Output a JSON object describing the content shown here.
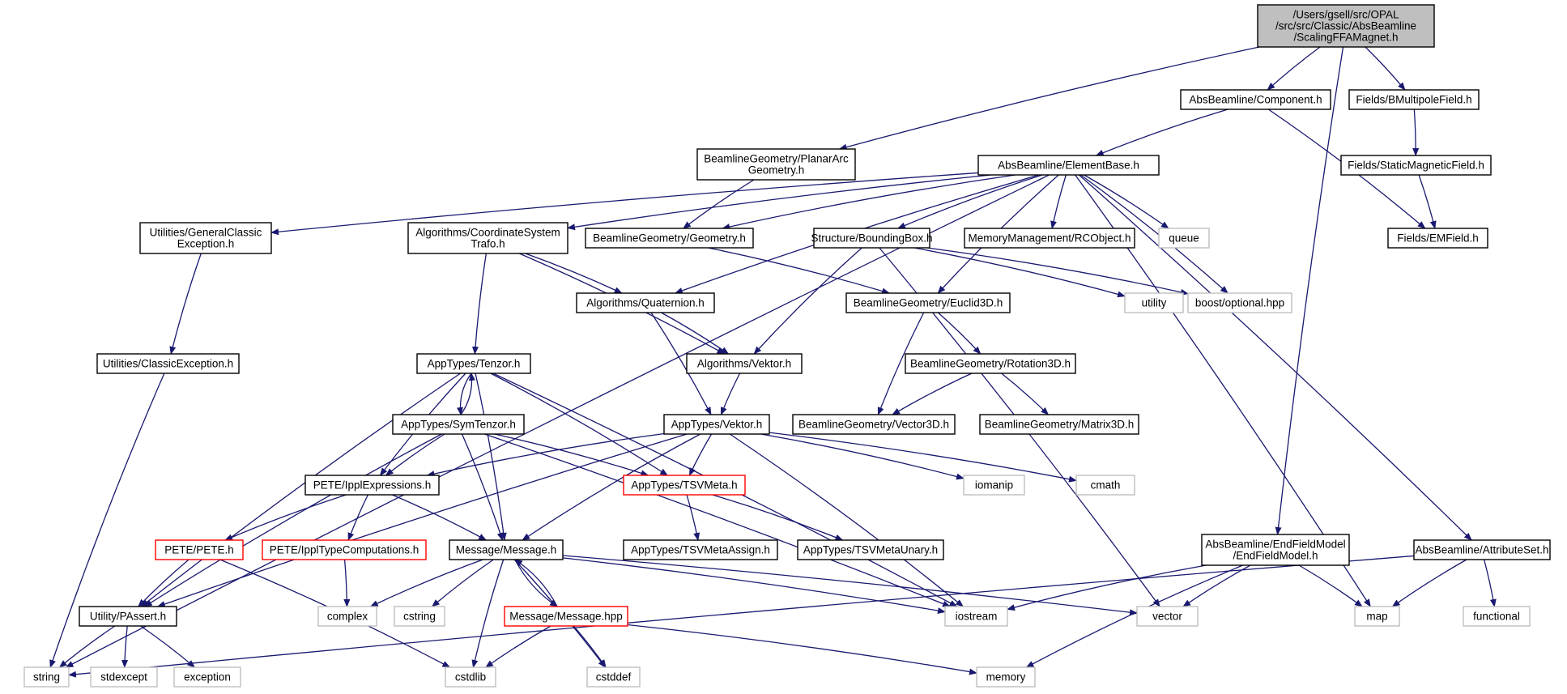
{
  "colors": {
    "edge": "#191970",
    "root_fill": "#bfbfbf",
    "system_header_border": "#bfbfbf",
    "truncated_border": "#ff0000",
    "node_border": "#000000"
  },
  "nodes": [
    {
      "id": "root",
      "lines": [
        "/Users/gsell/src/OPAL",
        "/src/src/Classic/AbsBeamline",
        "/ScalingFFAMagnet.h"
      ],
      "kind": "root"
    },
    {
      "id": "component",
      "lines": [
        "AbsBeamline/Component.h"
      ],
      "kind": "normal"
    },
    {
      "id": "bmultipole",
      "lines": [
        "Fields/BMultipoleField.h"
      ],
      "kind": "normal"
    },
    {
      "id": "planararc",
      "lines": [
        "BeamlineGeometry/PlanarArc",
        "Geometry.h"
      ],
      "kind": "normal"
    },
    {
      "id": "elementbase",
      "lines": [
        "AbsBeamline/ElementBase.h"
      ],
      "kind": "normal"
    },
    {
      "id": "staticmagnetic",
      "lines": [
        "Fields/StaticMagneticField.h"
      ],
      "kind": "normal"
    },
    {
      "id": "genclassicexc",
      "lines": [
        "Utilities/GeneralClassic",
        "Exception.h"
      ],
      "kind": "normal"
    },
    {
      "id": "coordtrafo",
      "lines": [
        "Algorithms/CoordinateSystem",
        "Trafo.h"
      ],
      "kind": "normal"
    },
    {
      "id": "geometry",
      "lines": [
        "BeamlineGeometry/Geometry.h"
      ],
      "kind": "normal"
    },
    {
      "id": "boundingbox",
      "lines": [
        "Structure/BoundingBox.h"
      ],
      "kind": "normal"
    },
    {
      "id": "rcobject",
      "lines": [
        "MemoryManagement/RCObject.h"
      ],
      "kind": "normal"
    },
    {
      "id": "queue",
      "lines": [
        "queue"
      ],
      "kind": "system"
    },
    {
      "id": "emfield",
      "lines": [
        "Fields/EMField.h"
      ],
      "kind": "normal"
    },
    {
      "id": "quaternion",
      "lines": [
        "Algorithms/Quaternion.h"
      ],
      "kind": "normal"
    },
    {
      "id": "euclid3d",
      "lines": [
        "BeamlineGeometry/Euclid3D.h"
      ],
      "kind": "normal"
    },
    {
      "id": "utility",
      "lines": [
        "utility"
      ],
      "kind": "system"
    },
    {
      "id": "boostopt",
      "lines": [
        "boost/optional.hpp"
      ],
      "kind": "system"
    },
    {
      "id": "classicexc",
      "lines": [
        "Utilities/ClassicException.h"
      ],
      "kind": "normal"
    },
    {
      "id": "tenzor",
      "lines": [
        "AppTypes/Tenzor.h"
      ],
      "kind": "normal"
    },
    {
      "id": "vektoralg",
      "lines": [
        "Algorithms/Vektor.h"
      ],
      "kind": "normal"
    },
    {
      "id": "rotation3d",
      "lines": [
        "BeamlineGeometry/Rotation3D.h"
      ],
      "kind": "normal"
    },
    {
      "id": "symtenzor",
      "lines": [
        "AppTypes/SymTenzor.h"
      ],
      "kind": "normal"
    },
    {
      "id": "vektorapp",
      "lines": [
        "AppTypes/Vektor.h"
      ],
      "kind": "normal"
    },
    {
      "id": "vector3d",
      "lines": [
        "BeamlineGeometry/Vector3D.h"
      ],
      "kind": "normal"
    },
    {
      "id": "matrix3d",
      "lines": [
        "BeamlineGeometry/Matrix3D.h"
      ],
      "kind": "normal"
    },
    {
      "id": "ipplexpr",
      "lines": [
        "PETE/IpplExpressions.h"
      ],
      "kind": "normal"
    },
    {
      "id": "tsvmeta",
      "lines": [
        "AppTypes/TSVMeta.h"
      ],
      "kind": "truncated"
    },
    {
      "id": "iomanip",
      "lines": [
        "iomanip"
      ],
      "kind": "system"
    },
    {
      "id": "cmath",
      "lines": [
        "cmath"
      ],
      "kind": "system"
    },
    {
      "id": "pete",
      "lines": [
        "PETE/PETE.h"
      ],
      "kind": "truncated"
    },
    {
      "id": "ippltypecomp",
      "lines": [
        "PETE/IpplTypeComputations.h"
      ],
      "kind": "truncated"
    },
    {
      "id": "messageh",
      "lines": [
        "Message/Message.h"
      ],
      "kind": "normal"
    },
    {
      "id": "tsvassign",
      "lines": [
        "AppTypes/TSVMetaAssign.h"
      ],
      "kind": "normal"
    },
    {
      "id": "tsvunary",
      "lines": [
        "AppTypes/TSVMetaUnary.h"
      ],
      "kind": "normal"
    },
    {
      "id": "endfieldmodel",
      "lines": [
        "AbsBeamline/EndFieldModel",
        "/EndFieldModel.h"
      ],
      "kind": "normal"
    },
    {
      "id": "attributeset",
      "lines": [
        "AbsBeamline/AttributeSet.h"
      ],
      "kind": "normal"
    },
    {
      "id": "passert",
      "lines": [
        "Utility/PAssert.h"
      ],
      "kind": "normal"
    },
    {
      "id": "complex",
      "lines": [
        "complex"
      ],
      "kind": "system"
    },
    {
      "id": "cstring",
      "lines": [
        "cstring"
      ],
      "kind": "system"
    },
    {
      "id": "messagehpp",
      "lines": [
        "Message/Message.hpp"
      ],
      "kind": "truncated"
    },
    {
      "id": "iostream",
      "lines": [
        "iostream"
      ],
      "kind": "system"
    },
    {
      "id": "vector",
      "lines": [
        "vector"
      ],
      "kind": "system"
    },
    {
      "id": "map",
      "lines": [
        "map"
      ],
      "kind": "system"
    },
    {
      "id": "functional",
      "lines": [
        "functional"
      ],
      "kind": "system"
    },
    {
      "id": "string",
      "lines": [
        "string"
      ],
      "kind": "system"
    },
    {
      "id": "stdexcept",
      "lines": [
        "stdexcept"
      ],
      "kind": "system"
    },
    {
      "id": "exception",
      "lines": [
        "exception"
      ],
      "kind": "system"
    },
    {
      "id": "cstdlib",
      "lines": [
        "cstdlib"
      ],
      "kind": "system"
    },
    {
      "id": "cstddef",
      "lines": [
        "cstddef"
      ],
      "kind": "system"
    },
    {
      "id": "memory",
      "lines": [
        "memory"
      ],
      "kind": "system"
    }
  ],
  "edges": [
    [
      "root",
      "component"
    ],
    [
      "root",
      "bmultipole"
    ],
    [
      "root",
      "planararc"
    ],
    [
      "root",
      "endfieldmodel"
    ],
    [
      "component",
      "elementbase"
    ],
    [
      "component",
      "emfield"
    ],
    [
      "bmultipole",
      "staticmagnetic"
    ],
    [
      "staticmagnetic",
      "emfield"
    ],
    [
      "planararc",
      "geometry"
    ],
    [
      "elementbase",
      "string"
    ],
    [
      "elementbase",
      "genclassicexc"
    ],
    [
      "elementbase",
      "coordtrafo"
    ],
    [
      "elementbase",
      "geometry"
    ],
    [
      "elementbase",
      "quaternion"
    ],
    [
      "elementbase",
      "boundingbox"
    ],
    [
      "elementbase",
      "rcobject"
    ],
    [
      "elementbase",
      "queue"
    ],
    [
      "elementbase",
      "euclid3d"
    ],
    [
      "elementbase",
      "boostopt"
    ],
    [
      "elementbase",
      "map"
    ],
    [
      "elementbase",
      "attributeset"
    ],
    [
      "genclassicexc",
      "classicexc"
    ],
    [
      "classicexc",
      "string"
    ],
    [
      "coordtrafo",
      "tenzor"
    ],
    [
      "coordtrafo",
      "quaternion"
    ],
    [
      "coordtrafo",
      "vektoralg"
    ],
    [
      "geometry",
      "euclid3d"
    ],
    [
      "boundingbox",
      "vektoralg"
    ],
    [
      "boundingbox",
      "utility"
    ],
    [
      "boundingbox",
      "boostopt"
    ],
    [
      "boundingbox",
      "vector"
    ],
    [
      "quaternion",
      "vektoralg"
    ],
    [
      "quaternion",
      "vektorapp"
    ],
    [
      "vektoralg",
      "vektorapp"
    ],
    [
      "euclid3d",
      "vector3d"
    ],
    [
      "euclid3d",
      "rotation3d"
    ],
    [
      "rotation3d",
      "vector3d"
    ],
    [
      "rotation3d",
      "matrix3d"
    ],
    [
      "tenzor",
      "symtenzor"
    ],
    [
      "symtenzor",
      "tenzor"
    ],
    [
      "tenzor",
      "passert"
    ],
    [
      "tenzor",
      "ipplexpr"
    ],
    [
      "tenzor",
      "messageh"
    ],
    [
      "tenzor",
      "tsvmeta"
    ],
    [
      "tenzor",
      "iostream"
    ],
    [
      "symtenzor",
      "passert"
    ],
    [
      "symtenzor",
      "ipplexpr"
    ],
    [
      "symtenzor",
      "messageh"
    ],
    [
      "symtenzor",
      "tsvmeta"
    ],
    [
      "symtenzor",
      "iostream"
    ],
    [
      "vektorapp",
      "ipplexpr"
    ],
    [
      "vektorapp",
      "tsvmeta"
    ],
    [
      "vektorapp",
      "messageh"
    ],
    [
      "vektorapp",
      "iomanip"
    ],
    [
      "vektorapp",
      "cmath"
    ],
    [
      "vektorapp",
      "iostream"
    ],
    [
      "vektorapp",
      "passert"
    ],
    [
      "ipplexpr",
      "pete"
    ],
    [
      "ipplexpr",
      "ippltypecomp"
    ],
    [
      "ipplexpr",
      "messageh"
    ],
    [
      "tsvmeta",
      "tsvassign"
    ],
    [
      "tsvmeta",
      "tsvunary"
    ],
    [
      "pete",
      "passert"
    ],
    [
      "pete",
      "cstdlib"
    ],
    [
      "ippltypecomp",
      "complex"
    ],
    [
      "messageh",
      "complex"
    ],
    [
      "messageh",
      "cstring"
    ],
    [
      "messageh",
      "messagehpp"
    ],
    [
      "messagehpp",
      "messageh"
    ],
    [
      "messageh",
      "iostream"
    ],
    [
      "messageh",
      "vector"
    ],
    [
      "messageh",
      "cstdlib"
    ],
    [
      "messageh",
      "cstddef"
    ],
    [
      "messagehpp",
      "cstdlib"
    ],
    [
      "messagehpp",
      "cstddef"
    ],
    [
      "messagehpp",
      "memory"
    ],
    [
      "endfieldmodel",
      "iostream"
    ],
    [
      "endfieldmodel",
      "vector"
    ],
    [
      "endfieldmodel",
      "map"
    ],
    [
      "endfieldmodel",
      "memory"
    ],
    [
      "attributeset",
      "map"
    ],
    [
      "attributeset",
      "functional"
    ],
    [
      "attributeset",
      "string"
    ],
    [
      "passert",
      "string"
    ],
    [
      "passert",
      "stdexcept"
    ],
    [
      "passert",
      "exception"
    ]
  ]
}
